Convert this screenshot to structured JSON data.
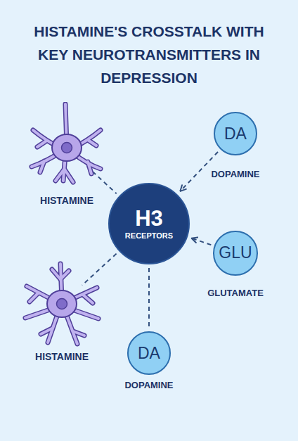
{
  "diagram": {
    "title": "HISTAMINE'S CROSSTALK WITH KEY NEUROTRANSMITTERS IN DEPRESSION",
    "nodes": [
      {
        "text": [
          "HISTAMINE"
        ]
      },
      {
        "text": [
          "DA",
          "DOPAMINE"
        ]
      },
      {
        "text": [
          "H3",
          "RECEPTORS"
        ]
      },
      {
        "text": [
          "GLU",
          "GLUTAMATE"
        ]
      },
      {
        "text": [
          "HISTAMINE"
        ]
      },
      {
        "text": [
          "DA",
          "DOPAMINE"
        ]
      }
    ],
    "edges": [
      {
        "from": 0,
        "to": 2,
        "arrow": "none"
      },
      {
        "from": 1,
        "to": 2,
        "arrow": "to"
      },
      {
        "from": 3,
        "to": 2,
        "arrow": "to"
      },
      {
        "from": 2,
        "to": 4,
        "arrow": "none"
      },
      {
        "from": 2,
        "to": 5,
        "arrow": "none"
      }
    ]
  }
}
